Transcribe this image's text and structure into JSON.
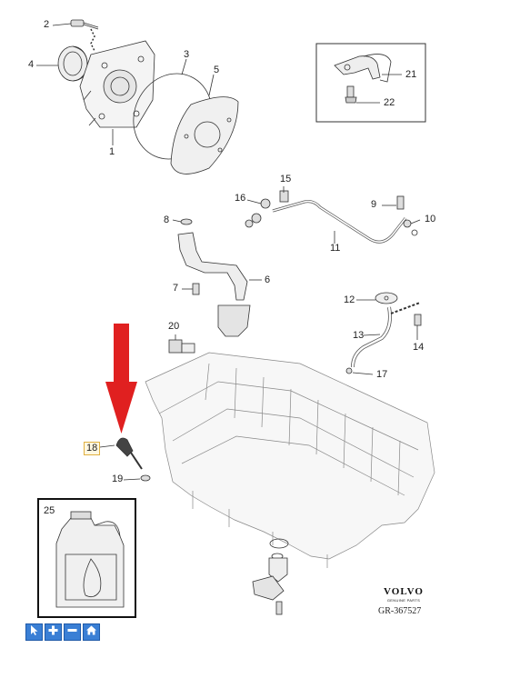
{
  "callouts": {
    "c1": "1",
    "c2": "2",
    "c3": "3",
    "c4": "4",
    "c5": "5",
    "c6": "6",
    "c7": "7",
    "c8": "8",
    "c9": "9",
    "c10": "10",
    "c11": "11",
    "c12": "12",
    "c13": "13",
    "c14": "14",
    "c15": "15",
    "c16": "16",
    "c17": "17",
    "c18": "18",
    "c19": "19",
    "c20": "20",
    "c21": "21",
    "c22": "22",
    "c25": "25"
  },
  "brand": {
    "name": "VOLVO",
    "sub": "GENUINE PARTS"
  },
  "reference": "GR-367527",
  "highlight_arrow_color": "#e02020",
  "toolbar": [
    {
      "icon": "cursor-icon"
    },
    {
      "icon": "zoom-in-icon"
    },
    {
      "icon": "zoom-out-icon"
    },
    {
      "icon": "home-icon"
    }
  ]
}
